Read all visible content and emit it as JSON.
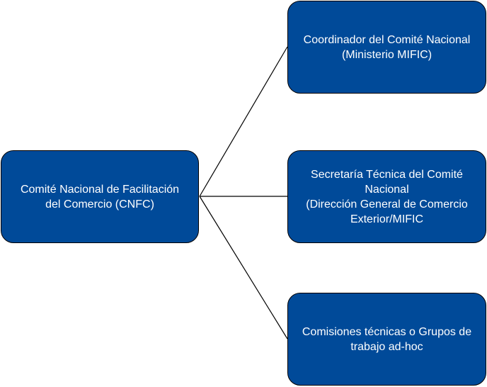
{
  "diagram": {
    "root": {
      "label": "Comité Nacional de Facilitación\ndel Comercio (CNFC)"
    },
    "children": [
      {
        "label": "Coordinador del Comité Nacional\n(Ministerio MIFIC)"
      },
      {
        "label": "Secretaría Técnica del Comité\nNacional\n(Dirección General de Comercio\nExterior/MIFIC"
      },
      {
        "label": "Comisiones técnicas o Grupos de\ntrabajo ad-hoc"
      }
    ],
    "colors": {
      "node_fill": "#004a99",
      "node_border": "#000000",
      "node_text": "#ffffff",
      "connector": "#000000"
    }
  }
}
